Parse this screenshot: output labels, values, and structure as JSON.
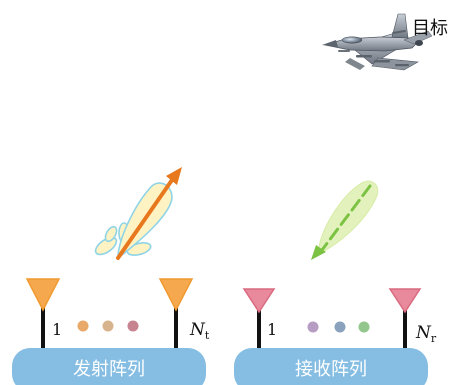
{
  "target": {
    "label": "目标",
    "icon": "fighter-jet-icon"
  },
  "transmit_array": {
    "label": "发射阵列",
    "first_index": "1",
    "last_symbol": "N",
    "last_subscript": "t",
    "antenna_color": "#f6a84e",
    "dot_colors": [
      "#e8a96a",
      "#d8b48e",
      "#c7838f"
    ]
  },
  "receive_array": {
    "label": "接收阵列",
    "first_index": "1",
    "last_symbol": "N",
    "last_subscript": "r",
    "antenna_color": "#e98a9c",
    "dot_colors": [
      "#b79cc3",
      "#8aa2bd",
      "#93c68c"
    ]
  },
  "transmit_beam": {
    "icon": "radiation-pattern-icon",
    "arrow_color": "#e8781e",
    "lobe_fill": "#fff3c4",
    "lobe_stroke": "#8fd4e6"
  },
  "receive_beam": {
    "icon": "received-echo-icon",
    "arrow_color": "#7cc243",
    "lobe_fill": "#e3f2bd"
  },
  "platform_color": "#85bde3",
  "label_color": "#ffffff"
}
